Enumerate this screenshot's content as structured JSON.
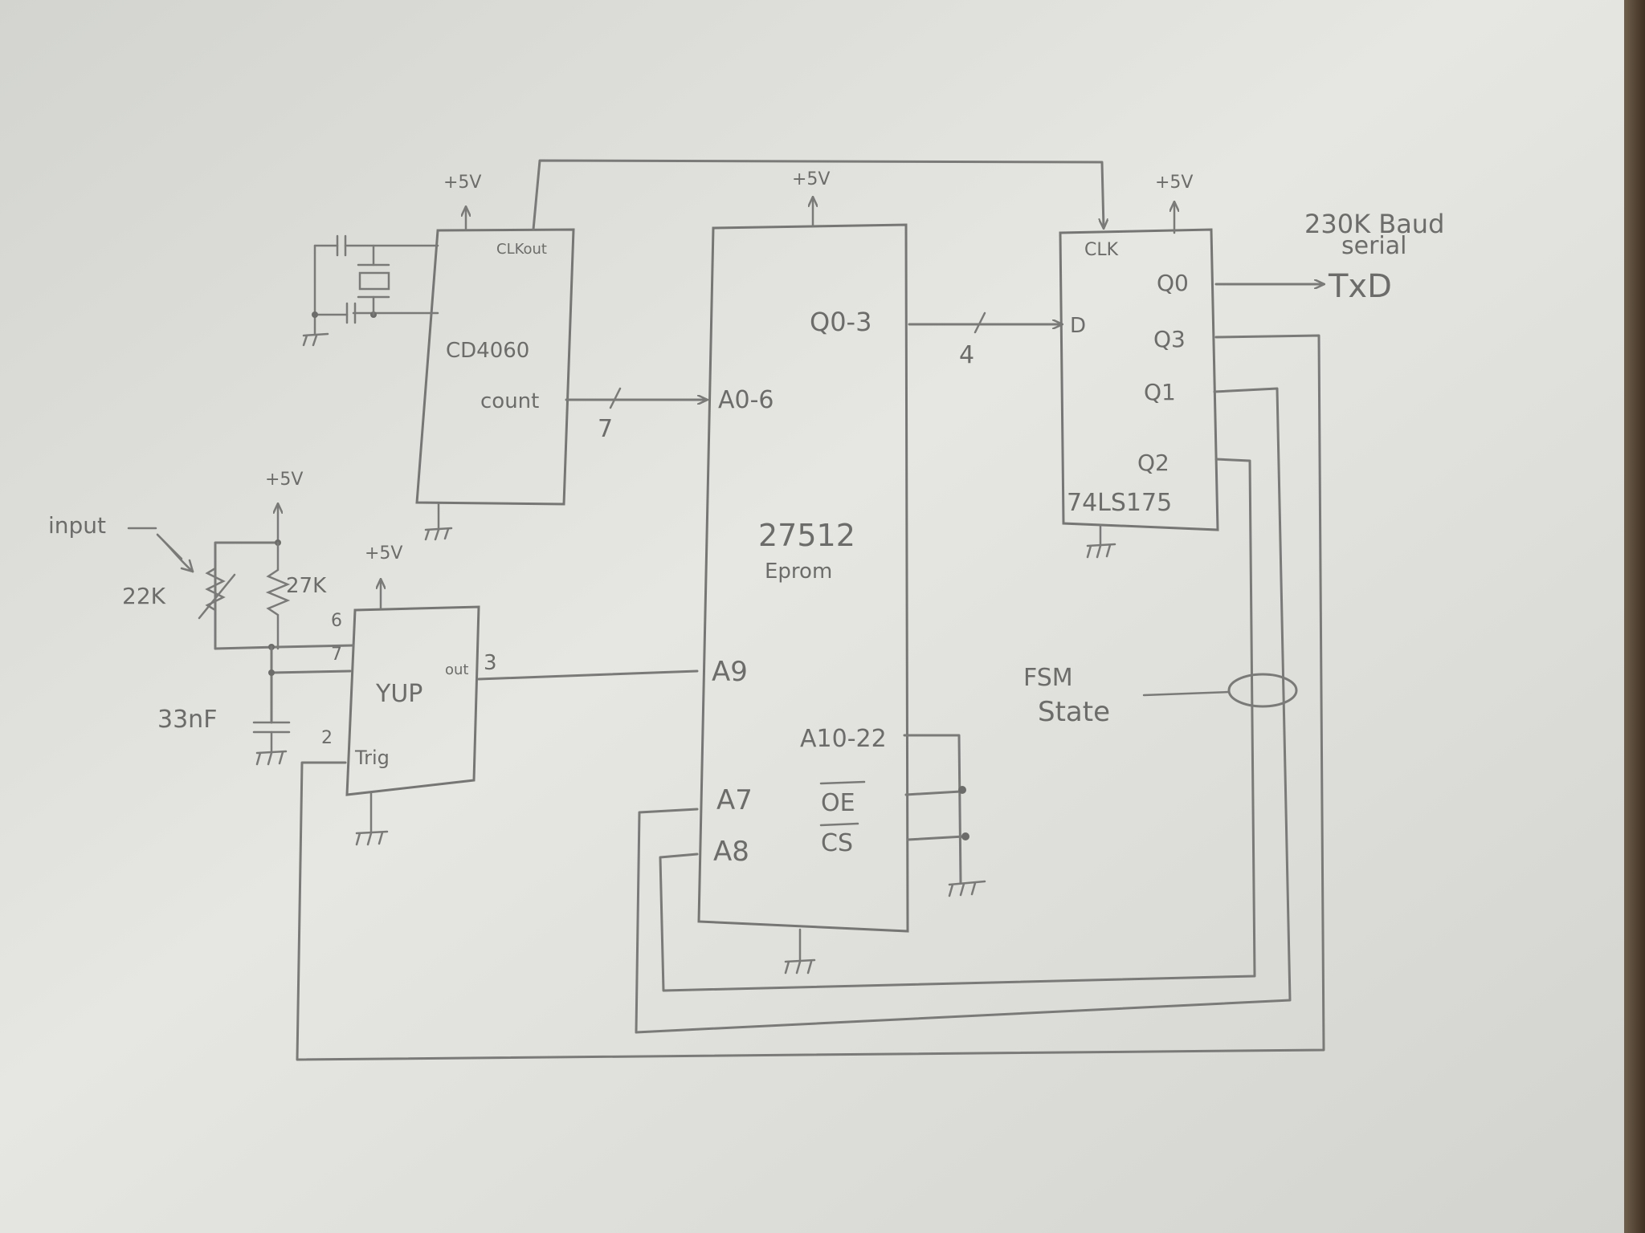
{
  "power_label": "+5V",
  "chips": {
    "oscillator": {
      "name": "CD4060",
      "clk_out": "CLKout",
      "count": "count"
    },
    "eprom": {
      "name": "27512",
      "subtitle": "Eprom",
      "q_pins": "Q0-3",
      "a_low": "A0-6",
      "a9": "A9",
      "a7": "A7",
      "a8": "A8",
      "a_high": "A10-22",
      "oe": "OE",
      "cs": "CS"
    },
    "latch": {
      "name": "74LS175",
      "clk": "CLK",
      "d": "D",
      "q0": "Q0",
      "q3": "Q3",
      "q1": "Q1",
      "q2": "Q2"
    },
    "timer": {
      "name": "YUP",
      "out": "out",
      "trig": "Trig",
      "pin6": "6",
      "pin7": "7",
      "pin2": "2",
      "pin3": "3"
    }
  },
  "components": {
    "input": "input",
    "pot": "22K",
    "resistor": "27K",
    "capacitor": "33nF"
  },
  "bus_widths": {
    "count_bus": "7",
    "data_bus": "4"
  },
  "output": {
    "rate_line1": "230K Baud",
    "rate_line2": "serial",
    "txd": "TxD"
  },
  "fsm": {
    "line1": "FSM",
    "line2": "State"
  }
}
